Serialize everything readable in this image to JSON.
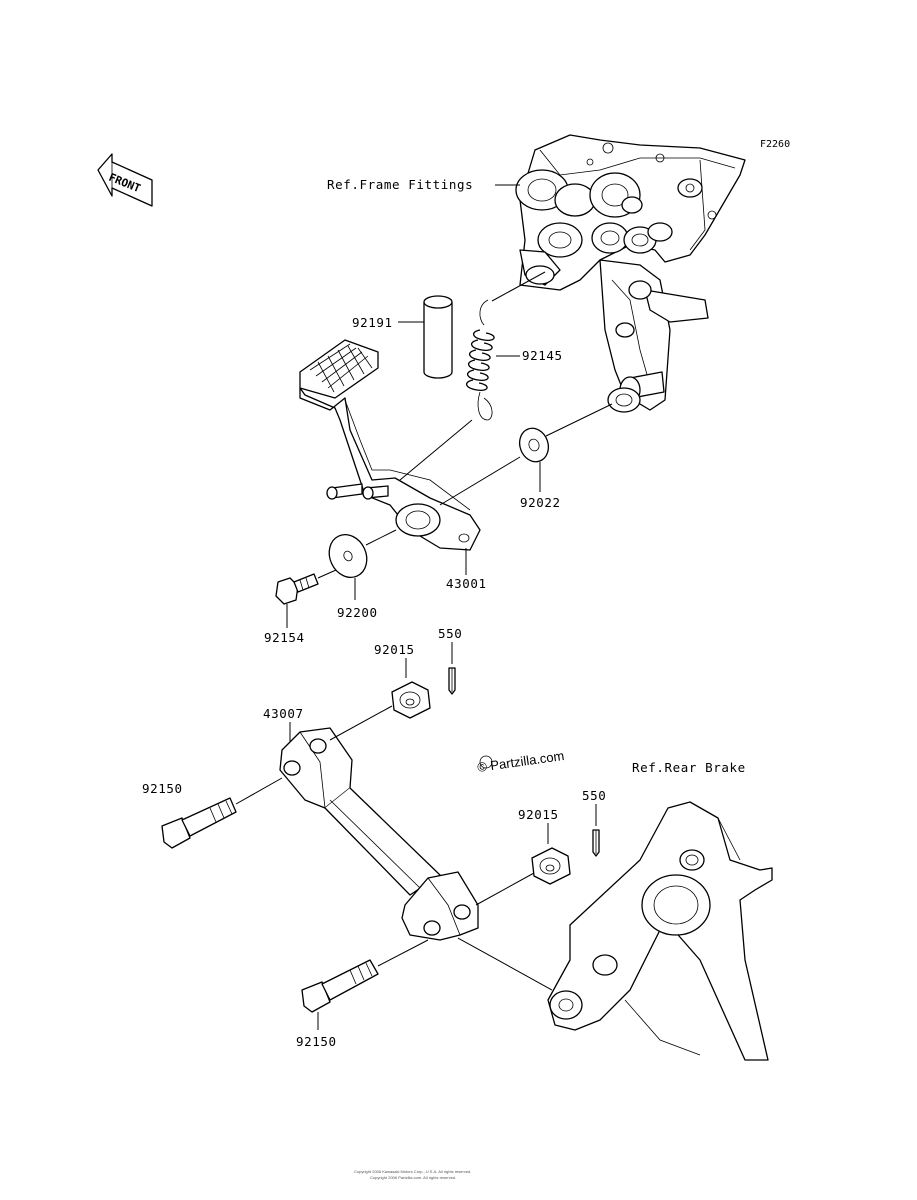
{
  "figure_code": "F2260",
  "front_label": "FRONT",
  "watermark": "© Partzilla.com",
  "references": {
    "frame_fittings": "Ref.Frame Fittings",
    "rear_brake": "Ref.Rear Brake"
  },
  "callouts": {
    "p92191": "92191",
    "p92145": "92145",
    "p92022": "92022",
    "p43001": "43001",
    "p92200": "92200",
    "p92154": "92154",
    "p550_top": "550",
    "p92015_top": "92015",
    "p43007": "43007",
    "p92150_top": "92150",
    "p92015_bottom": "92015",
    "p550_bottom": "550",
    "p92150_bottom": "92150"
  },
  "footer": {
    "line1": "Copyright 2006 Kawasaki Motors Corp., U.S.A. All rights reserved.",
    "line2": "Copyright 2006 Partzilla.com. All rights reserved."
  }
}
